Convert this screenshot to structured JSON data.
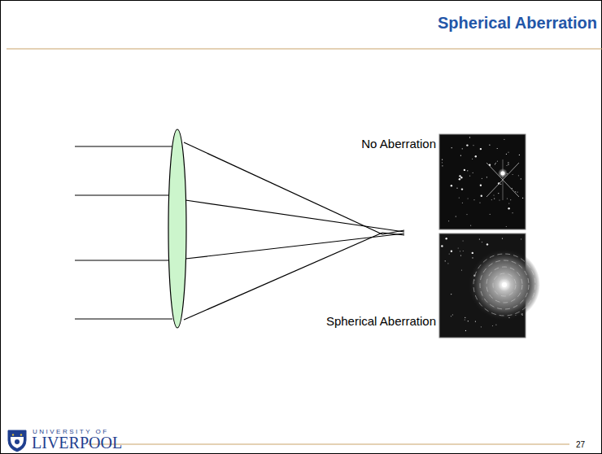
{
  "diagram": {
    "title": "Spherical Aberration",
    "labels": [
      "No Aberration",
      "Spherical Aberration",
      "UNIVERSITY OF",
      "LIVERPOOL",
      "27"
    ]
  }
}
